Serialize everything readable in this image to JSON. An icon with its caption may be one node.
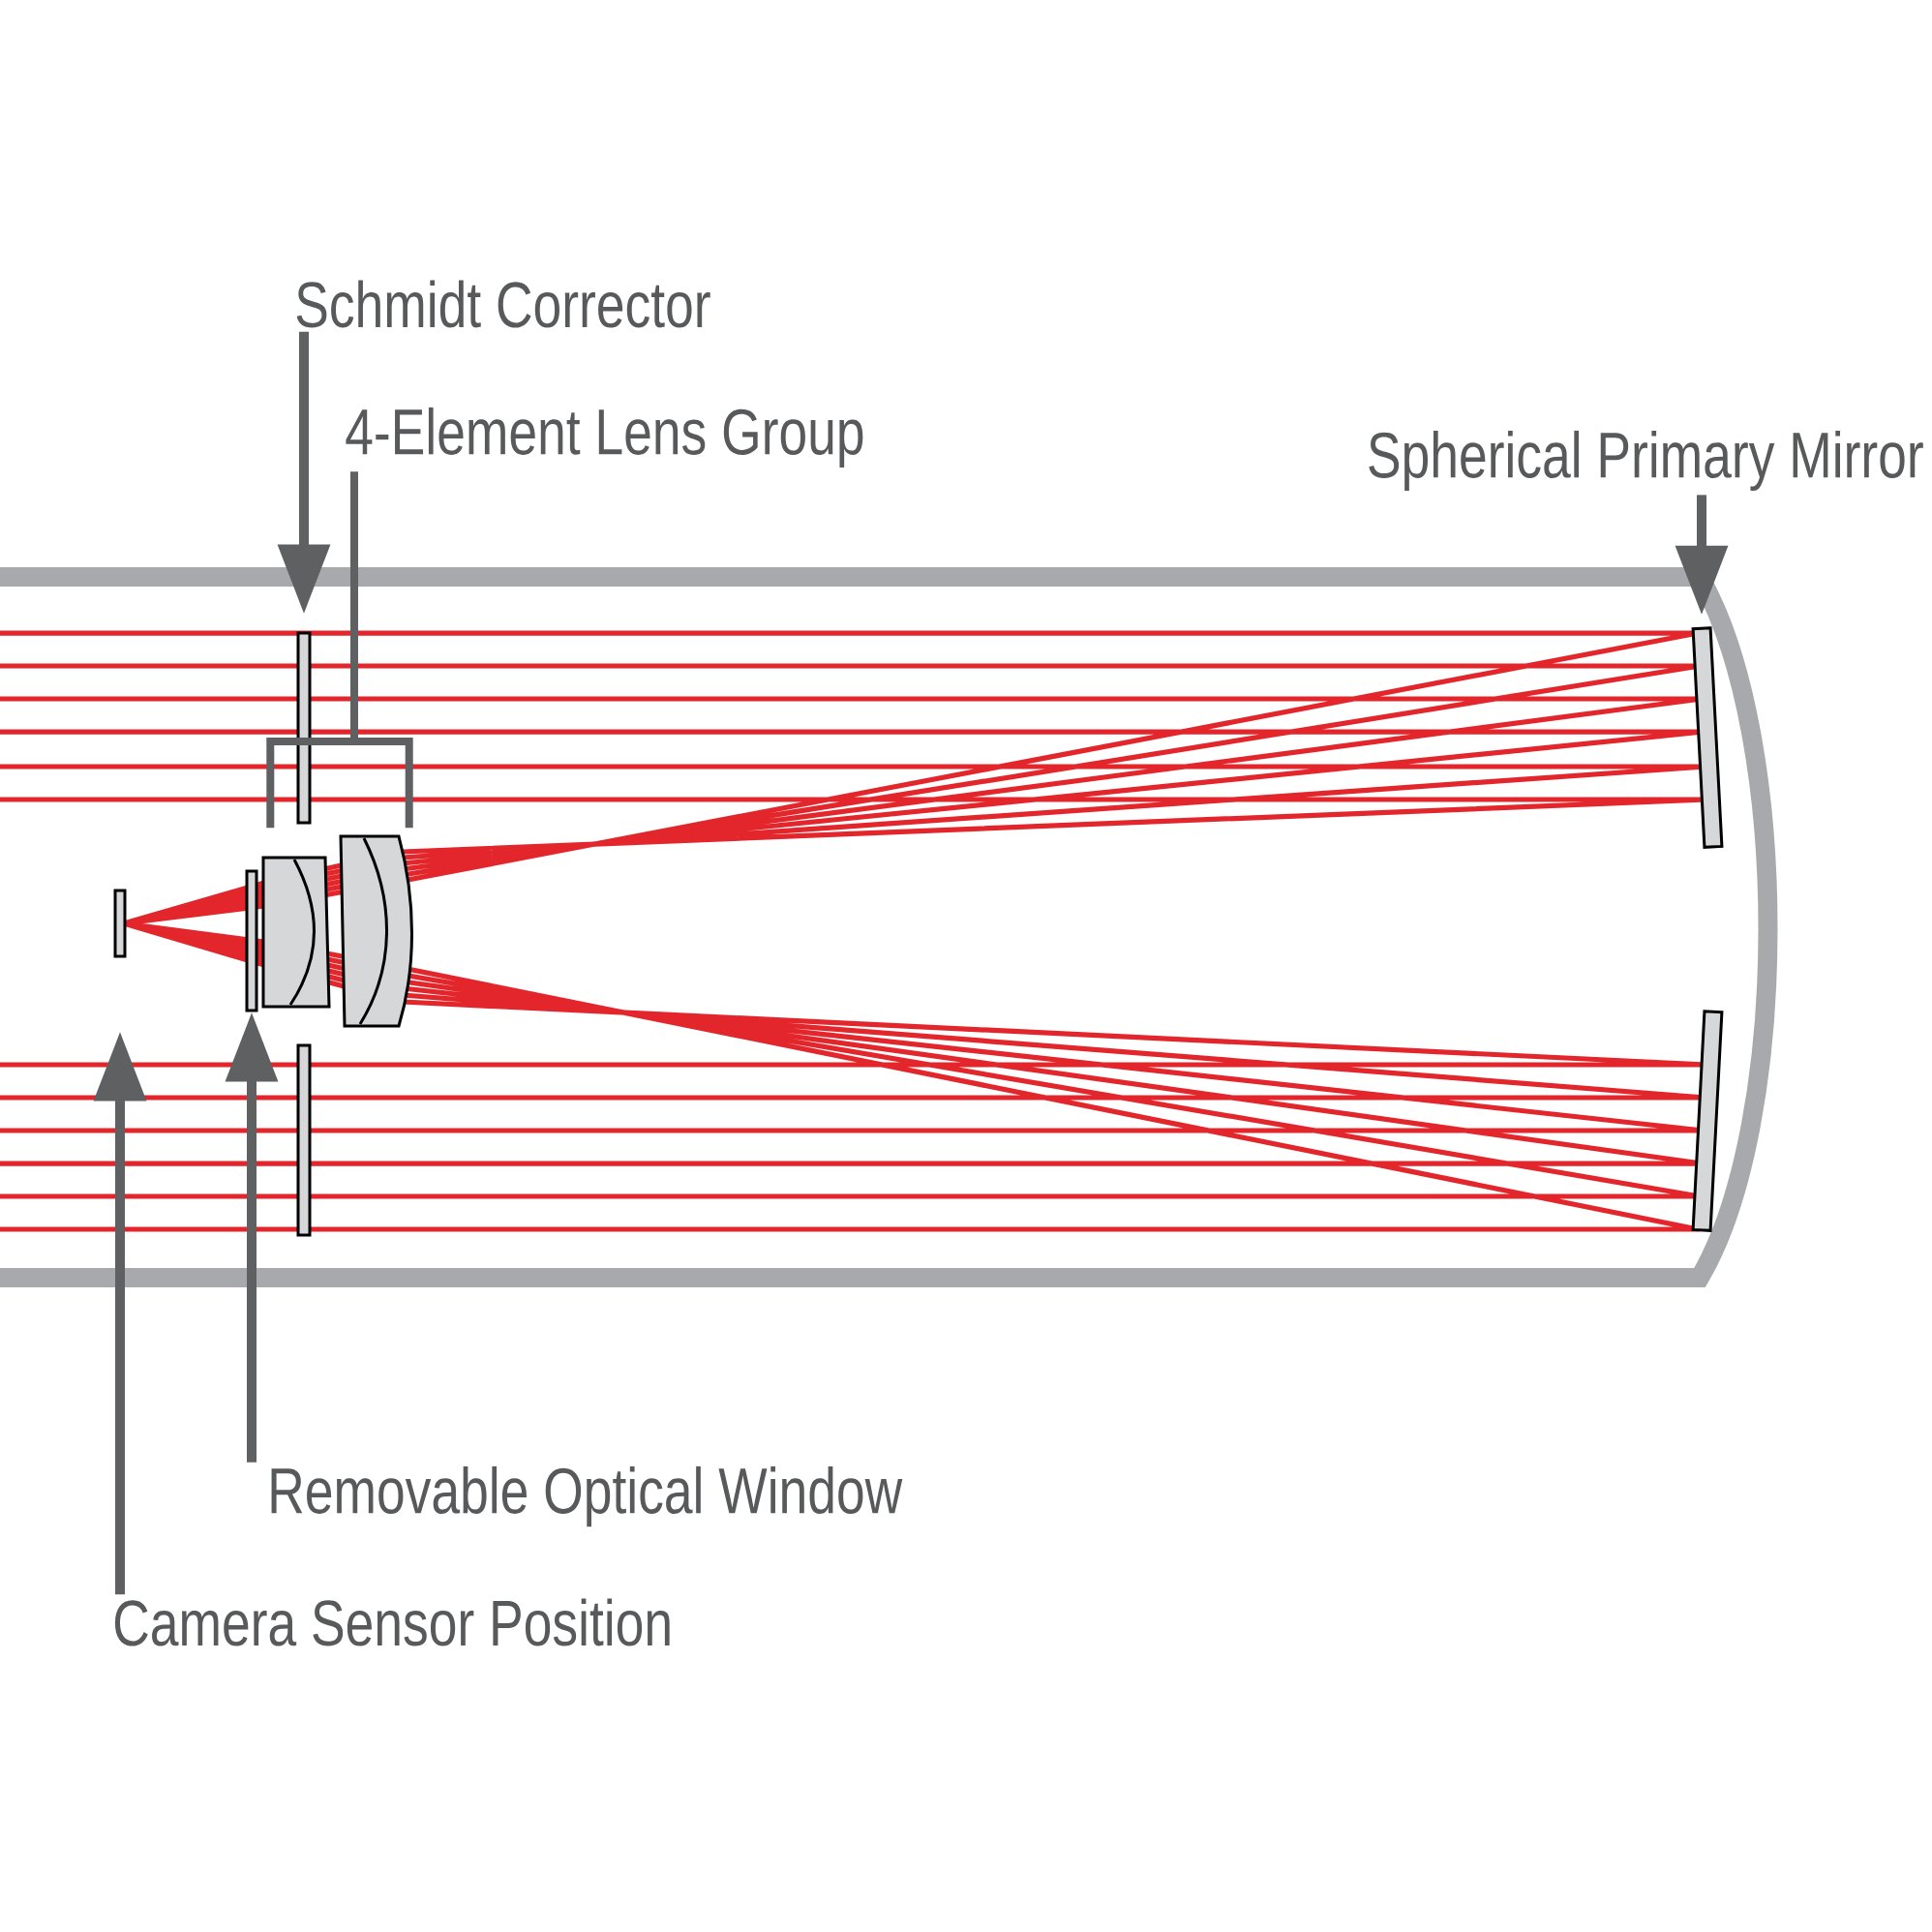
{
  "diagram": {
    "nodes": [
      {
        "text": [
          "Schmidt Corrector"
        ]
      },
      {
        "text": [
          "4-Element Lens Group"
        ]
      },
      {
        "text": [
          "Spherical Primary Mirror"
        ]
      },
      {
        "text": [
          "Removable Optical Window"
        ]
      },
      {
        "text": [
          "Camera Sensor Position"
        ]
      },
      {
        "text": [],
        "shape": "bar"
      },
      {
        "text": [],
        "shape": "picture"
      },
      {
        "text": [],
        "shape": "bar"
      },
      {
        "text": [],
        "shape": "bar"
      },
      {
        "text": [],
        "shape": "bar"
      },
      {
        "text": [],
        "shape": "bar"
      },
      {
        "text": [],
        "shape": "bar"
      }
    ],
    "edges": [
      {
        "from": 0,
        "to": 5,
        "arrow": "to"
      },
      {
        "from": 1,
        "to": 6,
        "arrow": "none"
      },
      {
        "from": 2,
        "to": 7,
        "arrow": "to"
      },
      {
        "from": 3,
        "to": 8,
        "arrow": "to"
      },
      {
        "from": 4,
        "to": 9,
        "arrow": "to"
      }
    ]
  }
}
